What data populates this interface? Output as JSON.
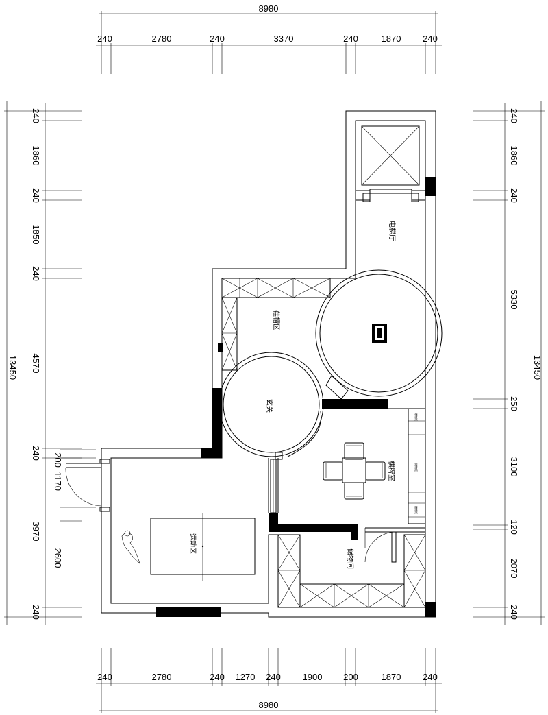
{
  "dimensions": {
    "top_total": "8980",
    "top_segments": [
      "240",
      "2780",
      "240",
      "3370",
      "240",
      "1870",
      "240"
    ],
    "bottom_total": "8980",
    "bottom_segments": [
      "240",
      "2780",
      "240",
      "1270",
      "240",
      "1900",
      "200",
      "1870",
      "240"
    ],
    "left_total": "13450",
    "left_segments": [
      "240",
      "1860",
      "240",
      "1850",
      "240",
      "4570",
      "240",
      "200",
      "1170",
      "3970",
      "2600",
      "240"
    ],
    "right_total": "13450",
    "right_segments": [
      "240",
      "1860",
      "240",
      "5330",
      "250",
      "3100",
      "120",
      "2070",
      "240"
    ]
  },
  "rooms": {
    "elevator_hall": "电梯厅",
    "shoe_area": "鞋帽区",
    "entrance": "玄关",
    "chess_room": "棋牌室",
    "sports_area": "运动区",
    "storage": "储物间"
  },
  "cabinet_labels": {
    "chess_cabinet_a": "储物柜",
    "chess_cabinet_b": "储物柜",
    "chess_cabinet_c": "储物柜"
  }
}
